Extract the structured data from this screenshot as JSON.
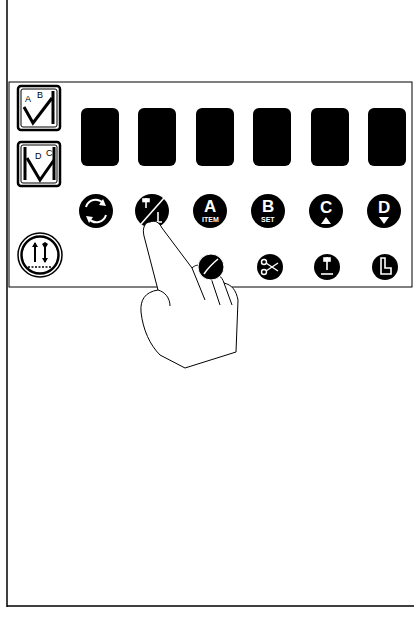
{
  "diagram": {
    "nodes": [
      {
        "text": [
          "A",
          "B"
        ]
      },
      {
        "text": [
          "D",
          "C"
        ]
      },
      {
        "text": [
          "A",
          "ITEM"
        ]
      },
      {
        "text": [
          "B",
          "SET"
        ]
      },
      {
        "text": [
          "C"
        ]
      },
      {
        "text": [
          "D"
        ]
      }
    ]
  }
}
